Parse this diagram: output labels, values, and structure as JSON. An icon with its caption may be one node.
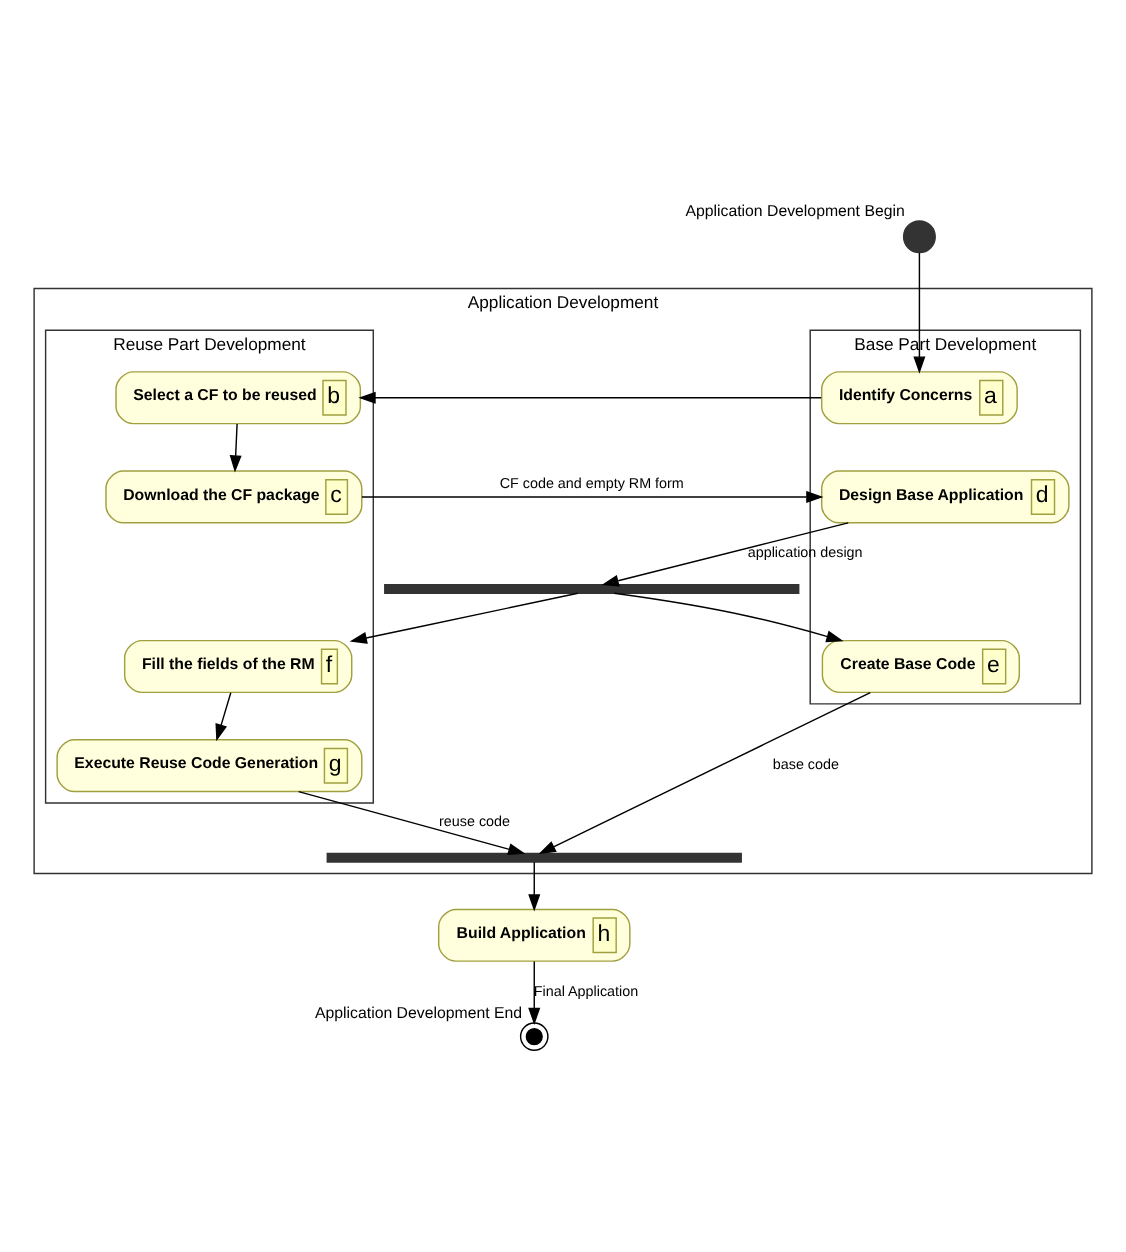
{
  "diagram": {
    "nodes": [
      {
        "text": [
          "Application Development"
        ]
      },
      {
        "text": [
          "Base Part Development"
        ],
        "in": 0
      },
      {
        "text": [
          "Reuse Part Development"
        ],
        "in": 0
      },
      {
        "text": [],
        "shape": "circle",
        "beside": [
          "Application Development Begin"
        ]
      },
      {
        "text": [
          "Identify Concerns",
          "a"
        ],
        "in": 1
      },
      {
        "text": [
          "Select a CF to be reused",
          "b"
        ],
        "in": 2
      },
      {
        "text": [
          "Download the CF package",
          "c"
        ],
        "in": 2
      },
      {
        "text": [
          "Design Base Application",
          "d"
        ],
        "in": 1
      },
      {
        "text": [],
        "shape": "bar",
        "in": 0
      },
      {
        "text": [
          "Create Base Code",
          "e"
        ],
        "in": 1
      },
      {
        "text": [
          "Fill the fields of the RM",
          "f"
        ],
        "in": 2
      },
      {
        "text": [
          "Execute Reuse Code Generation",
          "g"
        ],
        "in": 2
      },
      {
        "text": [],
        "shape": "bar",
        "in": 0
      },
      {
        "text": [
          "Build Application",
          "h"
        ]
      },
      {
        "text": [],
        "shape": "circle",
        "beside": [
          "Application Development End"
        ]
      }
    ],
    "edges": [
      {
        "from": 3,
        "to": 4,
        "arrow": "to"
      },
      {
        "from": 4,
        "to": 5,
        "arrow": "to"
      },
      {
        "from": 5,
        "to": 6,
        "arrow": "to"
      },
      {
        "from": 6,
        "to": 7,
        "arrow": "to",
        "label": "CF code and empty RM form"
      },
      {
        "from": 7,
        "to": 8,
        "arrow": "to",
        "label": "application design"
      },
      {
        "from": 8,
        "to": 9,
        "arrow": "to"
      },
      {
        "from": 8,
        "to": 10,
        "arrow": "to"
      },
      {
        "from": 10,
        "to": 11,
        "arrow": "to"
      },
      {
        "from": 9,
        "to": 12,
        "arrow": "to",
        "label": "base code"
      },
      {
        "from": 11,
        "to": 12,
        "arrow": "to",
        "label": "reuse code"
      },
      {
        "from": 12,
        "to": 13,
        "arrow": "to"
      },
      {
        "from": 13,
        "to": 14,
        "arrow": "to",
        "label": "Final Application"
      }
    ]
  }
}
